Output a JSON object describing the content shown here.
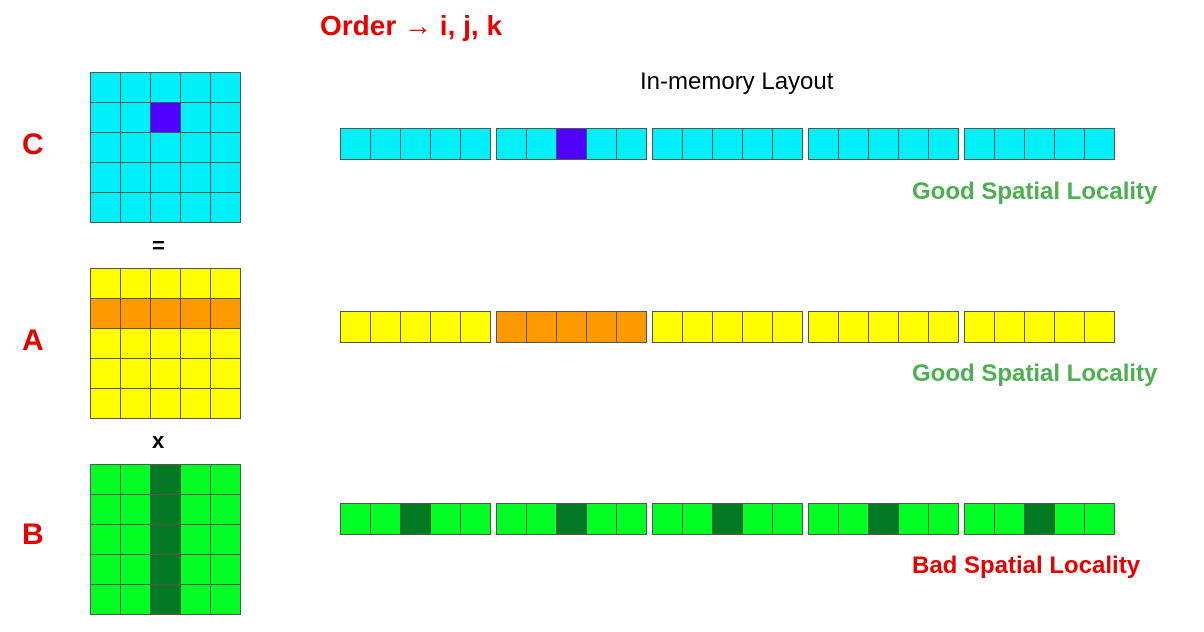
{
  "title": "Order → i, j, k",
  "layout_label": "In-memory Layout",
  "ops": {
    "equals": "=",
    "times": "x"
  },
  "colors": {
    "red": "#e60000",
    "good": "#4caf50",
    "bad": "#e60000",
    "cyan": "#00f0fa",
    "cyan_highlight": "#5000ff",
    "yellow": "#ffff00",
    "yellow_highlight": "#ff9900",
    "green": "#00ff22",
    "green_highlight": "#007a22"
  },
  "matrices": [
    {
      "label": "C",
      "locality": "Good Spatial Locality",
      "locality_kind": "good",
      "base": "cyan",
      "highlight": "cyan_highlight",
      "highlight_cells": [
        [
          1,
          2
        ]
      ]
    },
    {
      "label": "A",
      "locality": "Good Spatial Locality",
      "locality_kind": "good",
      "base": "yellow",
      "highlight": "yellow_highlight",
      "highlight_cells": [
        [
          1,
          0
        ],
        [
          1,
          1
        ],
        [
          1,
          2
        ],
        [
          1,
          3
        ],
        [
          1,
          4
        ]
      ]
    },
    {
      "label": "B",
      "locality": "Bad Spatial Locality",
      "locality_kind": "bad",
      "base": "green",
      "highlight": "green_highlight",
      "highlight_cells": [
        [
          0,
          2
        ],
        [
          1,
          2
        ],
        [
          2,
          2
        ],
        [
          3,
          2
        ],
        [
          4,
          2
        ]
      ]
    }
  ]
}
